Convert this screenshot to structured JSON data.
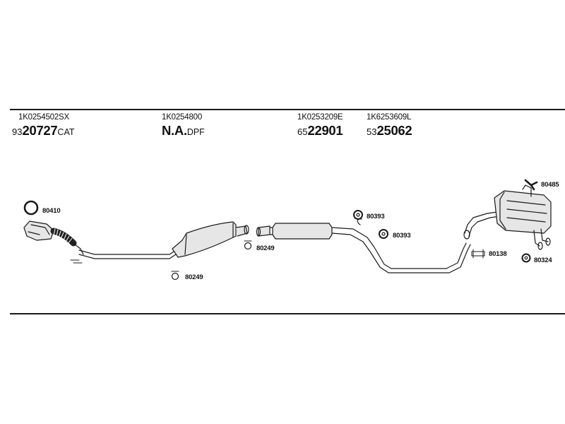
{
  "header_parts": [
    {
      "part_no": "1K0254502SX",
      "price_small": "93",
      "price_big": "20727",
      "suffix": "CAT"
    },
    {
      "part_no": "1K0254800",
      "price_small": "",
      "price_big": "N.A.",
      "suffix": "DPF"
    },
    {
      "part_no": "1K0253209E",
      "price_small": "65",
      "price_big": "22901",
      "suffix": ""
    },
    {
      "part_no": "1K6253609L",
      "price_small": "53",
      "price_big": "25062",
      "suffix": ""
    }
  ],
  "component_labels": {
    "c1": "80410",
    "c2": "80249",
    "c3": "80249",
    "c4": "80393",
    "c5": "80393",
    "c6": "80138",
    "c7": "80324",
    "c8": "80485"
  },
  "colors": {
    "line": "#1a1a1a",
    "part_fill": "#e6e6e6",
    "part_stroke": "#333333"
  }
}
